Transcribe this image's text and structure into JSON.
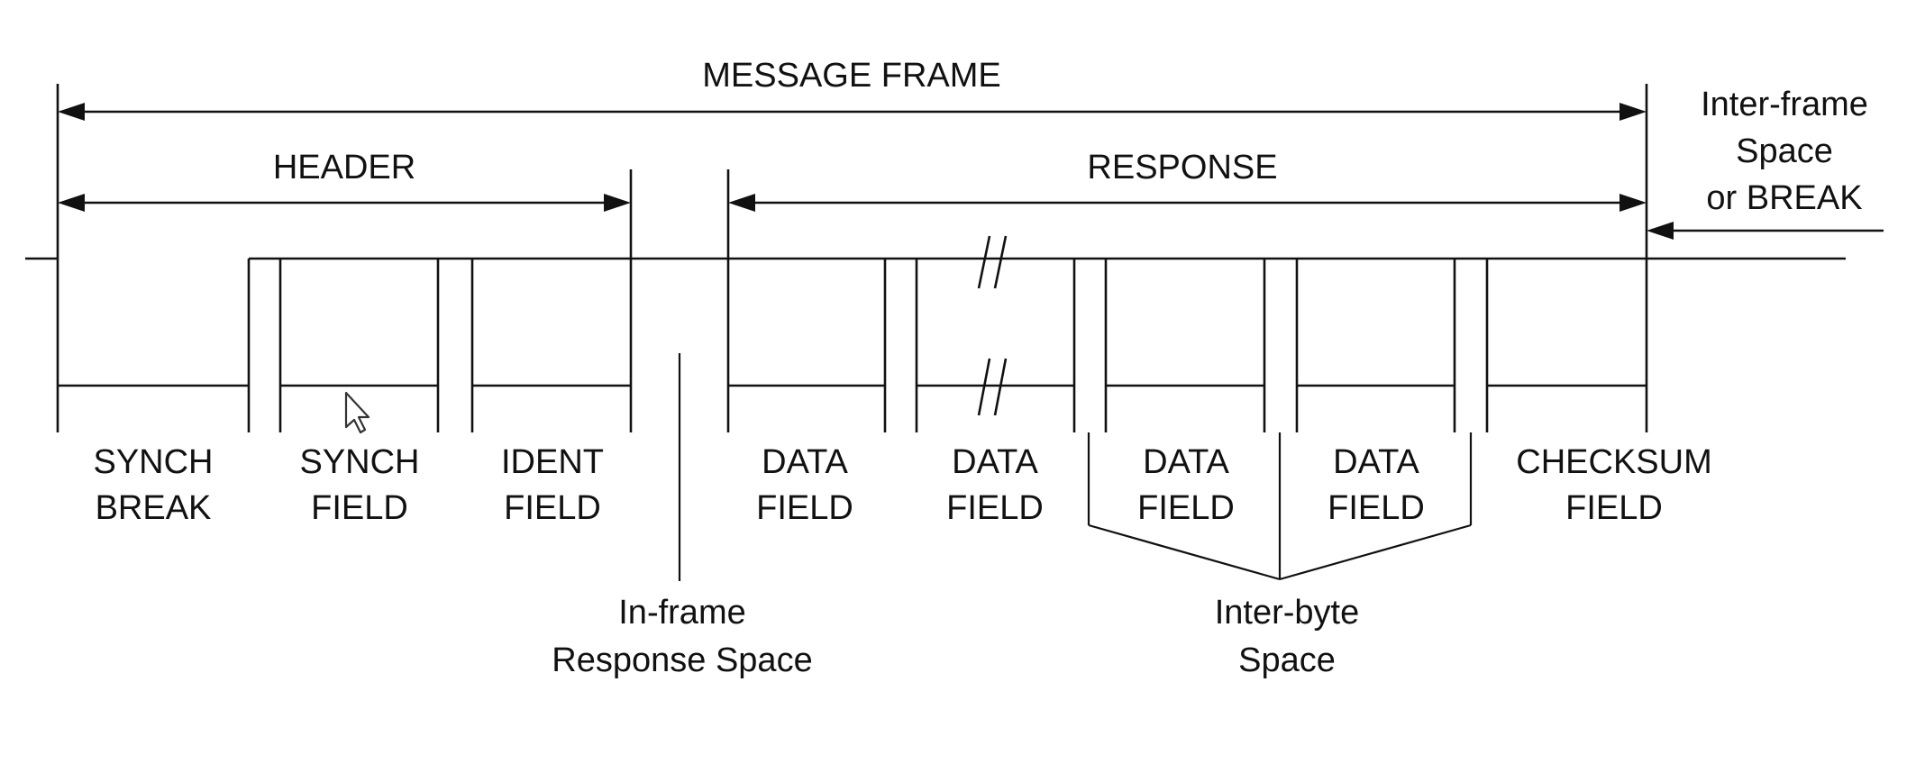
{
  "labels": {
    "message_frame": "MESSAGE FRAME",
    "header": "HEADER",
    "response": "RESPONSE",
    "inter_frame_line1": "Inter-frame",
    "inter_frame_line2": "Space",
    "inter_frame_line3": "or BREAK",
    "in_frame_line1": "In-frame",
    "in_frame_line2": "Response Space",
    "inter_byte_line1": "Inter-byte",
    "inter_byte_line2": "Space"
  },
  "fields": [
    {
      "line1": "SYNCH",
      "line2": "BREAK"
    },
    {
      "line1": "SYNCH",
      "line2": "FIELD"
    },
    {
      "line1": "IDENT",
      "line2": "FIELD"
    },
    {
      "line1": "DATA",
      "line2": "FIELD"
    },
    {
      "line1": "DATA",
      "line2": "FIELD"
    },
    {
      "line1": "DATA",
      "line2": "FIELD"
    },
    {
      "line1": "DATA",
      "line2": "FIELD"
    },
    {
      "line1": "CHECKSUM",
      "line2": "FIELD"
    }
  ]
}
